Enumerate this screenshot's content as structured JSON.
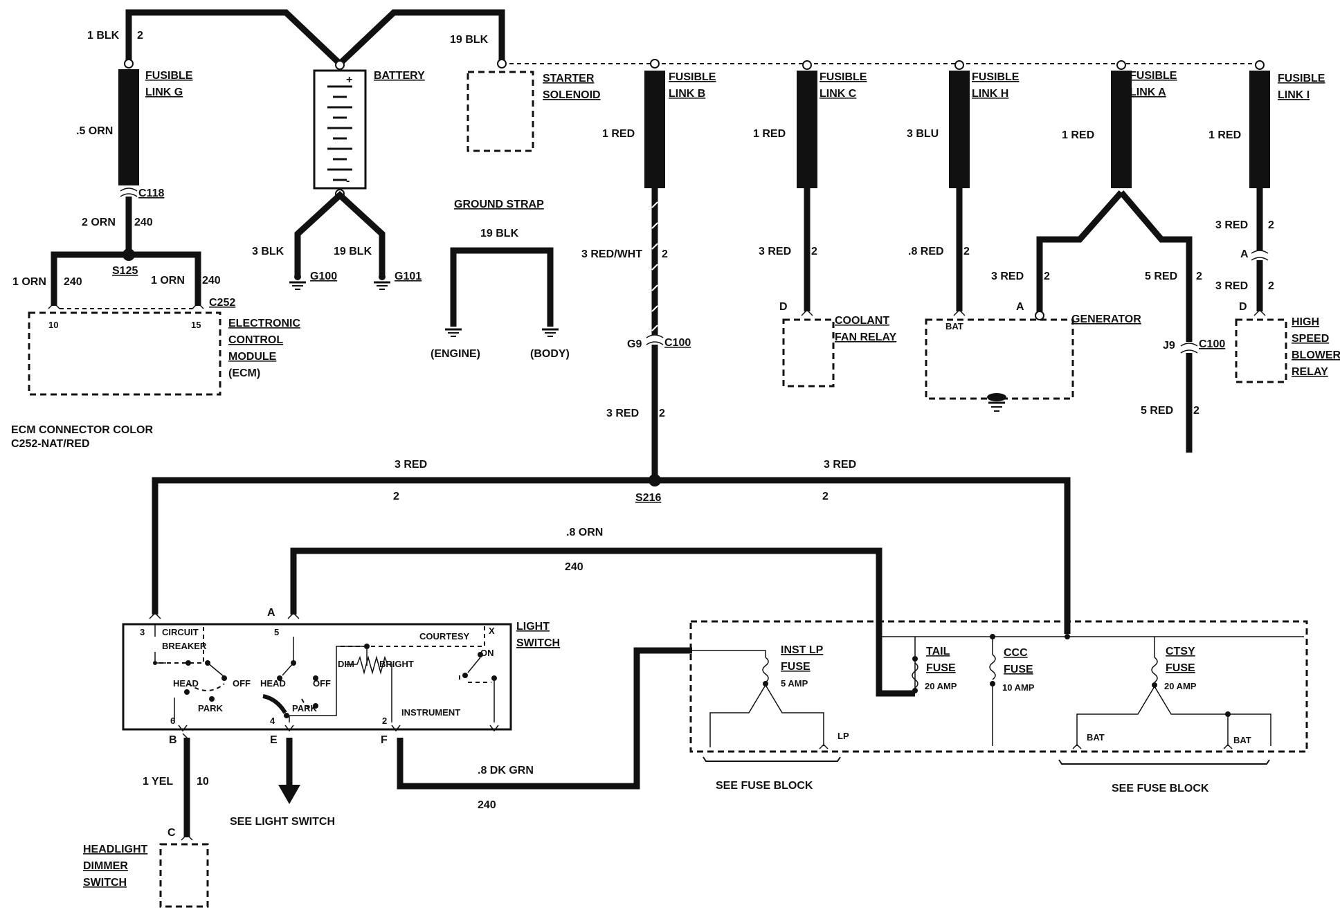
{
  "labels": {
    "blk1": "1 BLK",
    "blk1_n": "2",
    "fl_g": "FUSIBLE",
    "fl_g2": "LINK G",
    "orn5": ".5 ORN",
    "c118": "C118",
    "orn2": "2 ORN",
    "orn2_n": "240",
    "s125": "S125",
    "orn1a": "1 ORN",
    "orn1a_n": "240",
    "orn1b": "1 ORN",
    "orn1b_n": "240",
    "c252": "C252",
    "pin10": "10",
    "pin15": "15",
    "ecm1": "ELECTRONIC",
    "ecm2": "CONTROL",
    "ecm3": "MODULE",
    "ecm4": "(ECM)",
    "ecm_cc1": "ECM CONNECTOR COLOR",
    "ecm_cc2": "C252-NAT/RED",
    "battery": "BATTERY",
    "plus": "+",
    "minus": "-",
    "blk3": "3 BLK",
    "blk19b": "19 BLK",
    "g100": "G100",
    "g101": "G101",
    "blk19": "19 BLK",
    "st1": "STARTER",
    "st2": "SOLENOID",
    "gs": "GROUND STRAP",
    "gs_w": "19 BLK",
    "gs_e": "(ENGINE)",
    "gs_b": "(BODY)",
    "flb1": "FUSIBLE",
    "flb2": "LINK B",
    "red1b": "1 RED",
    "redwht": "3 RED/WHT",
    "redwht_n": "2",
    "g9": "G9",
    "c100a": "C100",
    "red3a": "3 RED",
    "red3a_n": "2",
    "flc1": "FUSIBLE",
    "flc2": "LINK C",
    "red1c": "1 RED",
    "red3c": "3 RED",
    "red3c_n": "2",
    "pin_d1": "D",
    "cfr1": "COOLANT",
    "cfr2": "FAN RELAY",
    "flh1": "FUSIBLE",
    "flh2": "LINK H",
    "blu3": "3 BLU",
    "red8": ".8 RED",
    "red8_n": "2",
    "bat_g": "BAT",
    "pin_a1": "A",
    "gen": "GENERATOR",
    "fla1": "FUSIBLE",
    "fla2": "LINK A",
    "red1a": "1 RED",
    "red3g": "3 RED",
    "red3g_n": "2",
    "red5a": "5 RED",
    "red5a_n": "2",
    "j9": "J9",
    "c100b": "C100",
    "red5b": "5 RED",
    "red5b_n": "2",
    "fli1": "FUSIBLE",
    "fli2": "LINK I",
    "red1i": "1 RED",
    "red3i": "3 RED",
    "red3i_n": "2",
    "pin_a2": "A",
    "red3j": "3 RED",
    "red3j_n": "2",
    "pin_d2": "D",
    "hs1": "HIGH",
    "hs2": "SPEED",
    "hs3": "BLOWER",
    "hs4": "RELAY",
    "red3l": "3 RED",
    "red3l_n": "2",
    "red3r": "3 RED",
    "red3r_n": "2",
    "s216": "S216",
    "orn8": ".8 ORN",
    "orn8_n": "240",
    "pin3": "3",
    "pinA": "A",
    "pin5": "5",
    "cb1": "CIRCUIT",
    "cb2": "BREAKER",
    "head1": "HEAD",
    "off1": "OFF",
    "park1": "PARK",
    "head2": "HEAD",
    "off2": "OFF",
    "park2": "PARK",
    "dim": "DIM",
    "bright": "BRIGHT",
    "instrument": "INSTRUMENT",
    "courtesy": "COURTESY",
    "pinX": "X",
    "on": "ON",
    "ls1": "LIGHT",
    "ls2": "SWITCH",
    "pin6": "6",
    "pin4": "4",
    "pin2": "2",
    "pinB": "B",
    "pinE": "E",
    "pinF": "F",
    "yel1": "1 YEL",
    "yel1_n": "10",
    "pinC": "C",
    "hd1": "HEADLIGHT",
    "hd2": "DIMMER",
    "hd3": "SWITCH",
    "see_ls": "SEE LIGHT SWITCH",
    "dkgrn": ".8 DK GRN",
    "dkgrn_n": "240",
    "inst1": "INST LP",
    "inst2": "FUSE",
    "inst3": "5 AMP",
    "lp": "LP",
    "tail1": "TAIL",
    "tail2": "FUSE",
    "tail3": "20 AMP",
    "ccc1": "CCC",
    "ccc2": "FUSE",
    "ccc3": "10 AMP",
    "ctsy1": "CTSY",
    "ctsy2": "FUSE",
    "ctsy3": "20 AMP",
    "bat1": "BAT",
    "bat2": "BAT",
    "sfb1": "SEE FUSE BLOCK",
    "sfb2": "SEE FUSE BLOCK"
  }
}
